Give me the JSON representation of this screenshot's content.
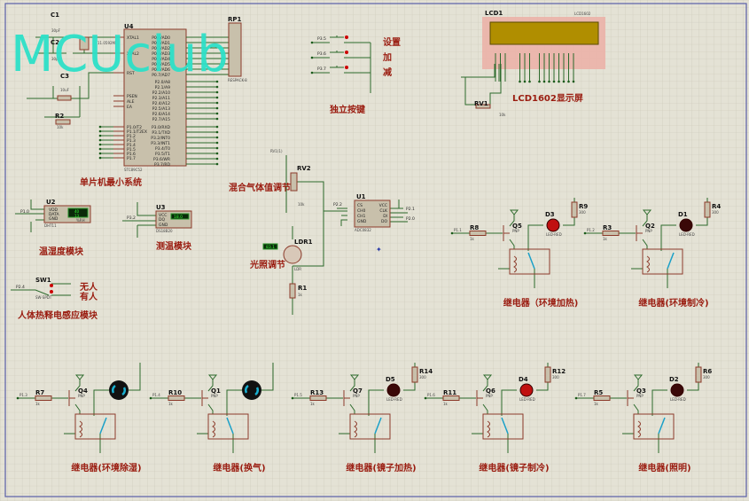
{
  "watermark": "MCUclub",
  "mcu": {
    "ref": "U4",
    "part": "STC89C52",
    "title": "单片机最小系统",
    "c1": "C1",
    "c1v": "30pF",
    "c2": "C2",
    "c2v": "30pF",
    "x1v": "11.0592M",
    "c3": "C3",
    "c3v": "10uF",
    "r2": "R2",
    "r2v": "10k",
    "pins_left": [
      "XTAL1",
      "XTAL2",
      "RST",
      "PSEN",
      "ALE",
      "EA",
      "P1.0/T2",
      "P1.1/T2EX",
      "P1.2",
      "P1.3",
      "P1.4",
      "P1.5",
      "P1.6",
      "P1.7"
    ],
    "pins_right": [
      "P0.0/AD0",
      "P0.1/AD1",
      "P0.2/AD2",
      "P0.3/AD3",
      "P0.4/AD4",
      "P0.5/AD5",
      "P0.6/AD6",
      "P0.7/AD7",
      "P2.0/A8",
      "P2.1/A9",
      "P2.2/A10",
      "P2.3/A11",
      "P2.4/A12",
      "P2.5/A13",
      "P2.6/A14",
      "P2.7/A15",
      "P3.0/RXD",
      "P3.1/TXD",
      "P3.2/INT0",
      "P3.3/INT1",
      "P3.4/T0",
      "P3.5/T1",
      "P3.6/WR",
      "P3.7/RD"
    ],
    "rp_ref": "RP1",
    "rp_part": "RESPACK-8"
  },
  "buttons": {
    "title": "独立按键",
    "items": [
      {
        "net": "P3.5",
        "label": "设置"
      },
      {
        "net": "P3.6",
        "label": "加"
      },
      {
        "net": "P3.7",
        "label": "减"
      }
    ]
  },
  "lcd": {
    "ref": "LCD1",
    "part": "LCD1602",
    "title": "LCD1602显示屏",
    "rv": "RV1",
    "rvv": "10k"
  },
  "dht": {
    "ref": "U2",
    "part": "DHT11",
    "net": "P1.0",
    "title": "温湿度模块",
    "pins": [
      "VDD",
      "DATA",
      "GND"
    ],
    "hum": "40",
    "temp": "13",
    "unit": "%RH"
  },
  "ds": {
    "ref": "U3",
    "part": "DS18B20",
    "net": "P3.2",
    "title": "测温模块",
    "pins": [
      "VCC",
      "DQ",
      "GND"
    ],
    "temp": "18.0"
  },
  "gas": {
    "ref": "RV2",
    "val": "10k",
    "title": "混合气体值调节",
    "net": "RV1(1)"
  },
  "ldr": {
    "ref": "LDR1",
    "part": "LDR",
    "title": "光照调节",
    "r": "R1",
    "rv": "1k",
    "reading": "83.1"
  },
  "adc": {
    "ref": "U1",
    "part": "ADC0832",
    "pins_l": [
      "CS",
      "CH0",
      "CH1",
      "GND"
    ],
    "pins_r": [
      "VCC",
      "CLK",
      "DI",
      "DO"
    ],
    "net_cs": "P2.2",
    "net_clk": "P2.1",
    "net_di": "P2.0"
  },
  "pir": {
    "ref": "SW1",
    "part": "SW-SPDT",
    "net": "P2.4",
    "title": "人体热释电感应模块",
    "opt1": "无人",
    "opt2": "有人"
  },
  "relays": [
    {
      "r": "R8",
      "rv": "1k",
      "q": "Q5",
      "net": "P1.1",
      "load": "led",
      "d": "D3",
      "dpart": "LED-RED",
      "rl": "R9",
      "rlv": "300",
      "title": "继电器（环境加热)",
      "on": true
    },
    {
      "r": "R3",
      "rv": "1k",
      "q": "Q2",
      "net": "P1.2",
      "load": "led",
      "d": "D1",
      "dpart": "LED-RED",
      "rl": "R4",
      "rlv": "300",
      "title": "继电器(环境制冷)",
      "on": false
    },
    {
      "r": "R7",
      "rv": "1k",
      "q": "Q4",
      "net": "P1.3",
      "load": "fan",
      "title": "继电器(环境除湿)",
      "on": false
    },
    {
      "r": "R10",
      "rv": "1k",
      "q": "Q1",
      "net": "P1.4",
      "load": "fan",
      "title": "继电器(换气)",
      "on": true
    },
    {
      "r": "R13",
      "rv": "1k",
      "q": "Q7",
      "net": "P1.5",
      "load": "led",
      "d": "D5",
      "dpart": "LED-RED",
      "rl": "R14",
      "rlv": "300",
      "title": "继电器(镜子加热)",
      "on": false
    },
    {
      "r": "R11",
      "rv": "1k",
      "q": "Q6",
      "net": "P1.6",
      "load": "led",
      "d": "D4",
      "dpart": "LED-RED",
      "rl": "R12",
      "rlv": "300",
      "title": "继电器(镜子制冷)",
      "on": true
    },
    {
      "r": "R5",
      "rv": "1k",
      "q": "Q3",
      "net": "P1.7",
      "load": "led",
      "d": "D2",
      "dpart": "LED-RED",
      "rl": "R6",
      "rlv": "300",
      "title": "继电器(照明)",
      "on": false
    }
  ],
  "qtype": "PNP"
}
